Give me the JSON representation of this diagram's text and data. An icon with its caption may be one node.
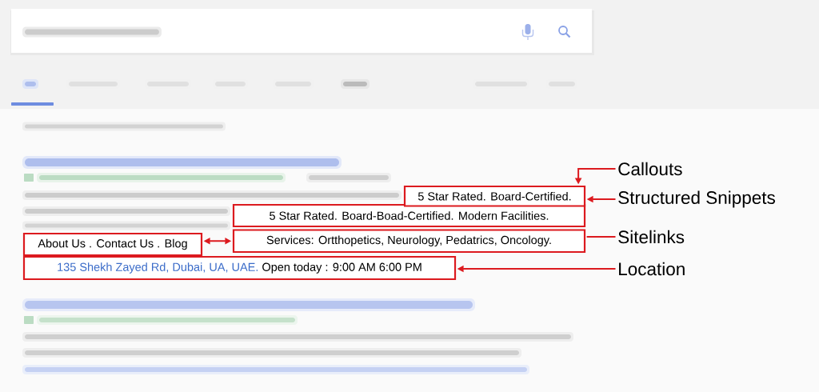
{
  "diagram": {
    "nodes": [
      {
        "text": [
          "Callouts"
        ]
      },
      {
        "text": [
          "5 Star Rated. Board-Certified."
        ]
      },
      {
        "text": [
          "Structured Snippets"
        ]
      },
      {
        "text": [
          "5 Star Rated. Board-Boad-Certified. Modern Facilities."
        ]
      },
      {
        "text": [
          "About Us . Contact Us . Blog"
        ]
      },
      {
        "text": [
          "Services: Ortthopetics, Neurology, Pedatrics, Oncology."
        ]
      },
      {
        "text": [
          "Sitelinks"
        ]
      },
      {
        "text": [
          "135 Shekh Zayed Rd, Dubai, UA, UAE.",
          "Open today : 9:00 AM 6:00 PM"
        ]
      },
      {
        "text": [
          "Location"
        ]
      }
    ],
    "edges": [
      {
        "from": 0,
        "to": 1,
        "arrow": "to"
      },
      {
        "from": 2,
        "to": 1,
        "arrow": "to"
      },
      {
        "from": 4,
        "to": 5,
        "arrow": "both"
      },
      {
        "from": 6,
        "to": 5,
        "arrow": "none"
      },
      {
        "from": 8,
        "to": 7,
        "arrow": "to"
      }
    ]
  }
}
